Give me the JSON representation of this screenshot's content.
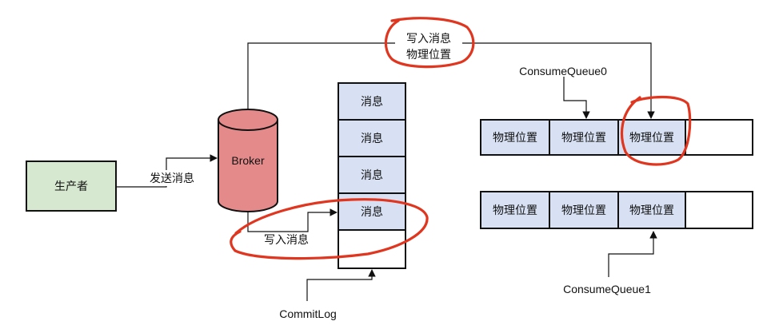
{
  "producer": {
    "label": "生产者",
    "fill": "#d6e9d0"
  },
  "broker": {
    "label": "Broker",
    "fill": "#e58a8a"
  },
  "arrows": {
    "send": "发送消息",
    "write_top_line1": "写入消息",
    "write_top_line2": "物理位置",
    "write_bottom": "写入消息"
  },
  "commitlog": {
    "label": "CommitLog",
    "cells": [
      "消息",
      "消息",
      "消息",
      "消息",
      ""
    ],
    "fill": "#d7e1f3"
  },
  "queue0": {
    "label": "ConsumeQueue0",
    "cells": [
      "物理位置",
      "物理位置",
      "物理位置",
      ""
    ]
  },
  "queue1": {
    "label": "ConsumeQueue1",
    "cells": [
      "物理位置",
      "物理位置",
      "物理位置",
      ""
    ]
  },
  "colors": {
    "highlight": "#e0361f",
    "cell": "#d7e1f3",
    "stroke": "#111111"
  }
}
